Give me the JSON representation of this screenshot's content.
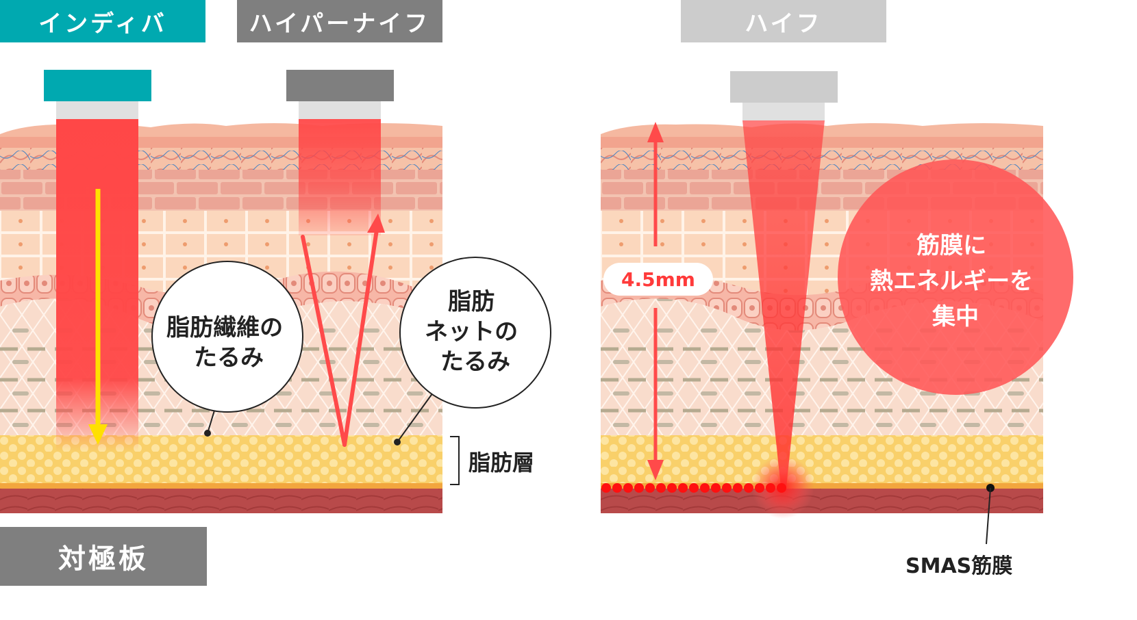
{
  "headers": {
    "indiba": "インディバ",
    "hyper_knife": "ハイパーナイフ",
    "hifu": "ハイフ"
  },
  "bottom_label": "対極板",
  "bubbles": {
    "fiber": [
      "脂肪繊維の",
      "たるみ"
    ],
    "net": [
      "脂肪",
      "ネットの",
      "たるみ"
    ]
  },
  "fat_layer_label": "脂肪層",
  "depth_label": "4.5mm",
  "focus_circle": [
    "筋膜に",
    "熱エネルギーを",
    "集中"
  ],
  "smas_label": "SMAS筋膜",
  "colors": {
    "teal": "#00a9b0",
    "dark_gray": "#7f7f7f",
    "light_gray": "#cccccc",
    "beam_red": "#ff4747",
    "arrow_yellow": "#ffe000",
    "fat_yellow": "#f9d06a",
    "muscle": "#b84a4a"
  }
}
